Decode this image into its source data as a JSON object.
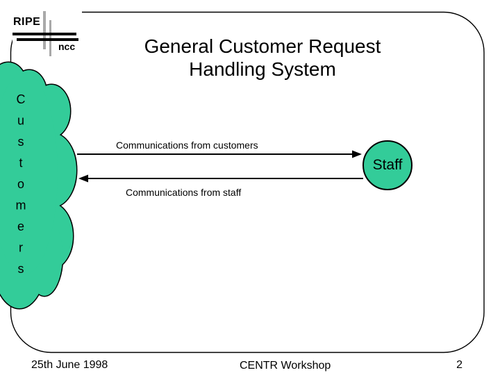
{
  "logo": {
    "ripe": "RIPE",
    "ncc": "ncc"
  },
  "title": "General Customer Request Handling System",
  "diagram": {
    "cloud_label": "Customers",
    "staff_label": "Staff",
    "top_arrow_label": "Communications from customers",
    "bottom_arrow_label": "Communications from staff"
  },
  "footer": {
    "date": "25th June 1998",
    "event": "CENTR Workshop",
    "page": "2"
  },
  "colors": {
    "shape_green": "#33CC99",
    "logo_gray": "#A9A9A9",
    "outline_black": "#000000"
  }
}
